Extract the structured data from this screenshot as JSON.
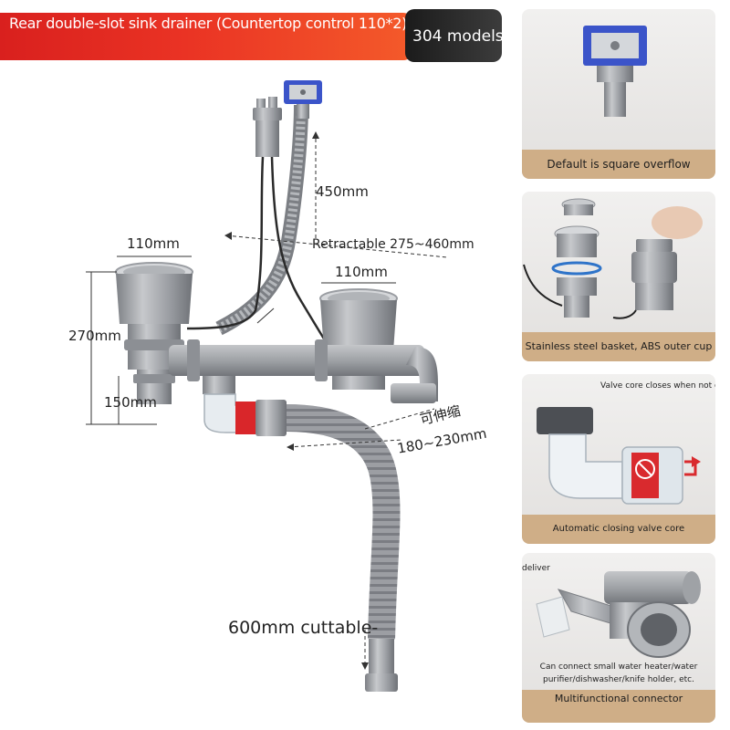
{
  "banner": {
    "title": "Rear double-slot sink drainer (Countertop control 110*2)",
    "model": "304 models",
    "colors": {
      "red": "#e8301f",
      "dark": "#2a2a2a",
      "caption": "#cfae87"
    }
  },
  "diagram": {
    "dim_450": "450mm",
    "dim_retractable": "Retractable 275~460mm",
    "dim_left_110": "110mm",
    "dim_right_110": "110mm",
    "dim_270": "270mm",
    "dim_150": "150mm",
    "dim_stretch_cn": "可伸缩",
    "dim_180_230": "180~230mm",
    "dim_600": "600mm cuttable-"
  },
  "cards": [
    {
      "caption": "Default is square overflow"
    },
    {
      "caption": "Stainless steel basket, ABS outer cup"
    },
    {
      "caption": "Automatic closing valve core",
      "note": "Valve core closes when not draining"
    },
    {
      "caption": "Multifunctional connector",
      "note_top": "deliver",
      "note_bottom": "Can connect small water heater/water purifier/dishwasher/knife holder, etc."
    }
  ]
}
